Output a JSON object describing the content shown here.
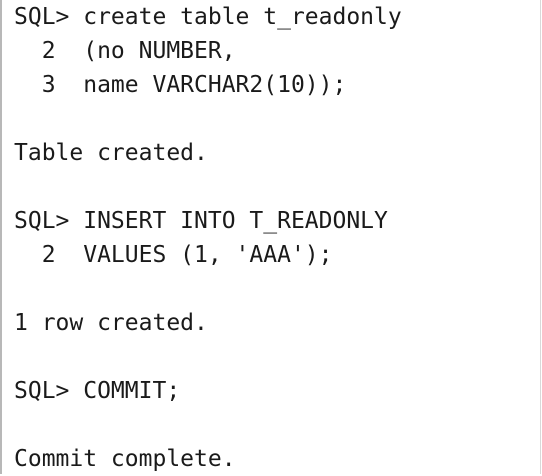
{
  "terminal": {
    "lines": [
      "SQL> create table t_readonly",
      "  2  (no NUMBER,",
      "  3  name VARCHAR2(10));",
      "",
      "Table created.",
      "",
      "SQL> INSERT INTO T_READONLY",
      "  2  VALUES (1, 'AAA');",
      "",
      "1 row created.",
      "",
      "SQL> COMMIT;",
      "",
      "Commit complete."
    ]
  }
}
